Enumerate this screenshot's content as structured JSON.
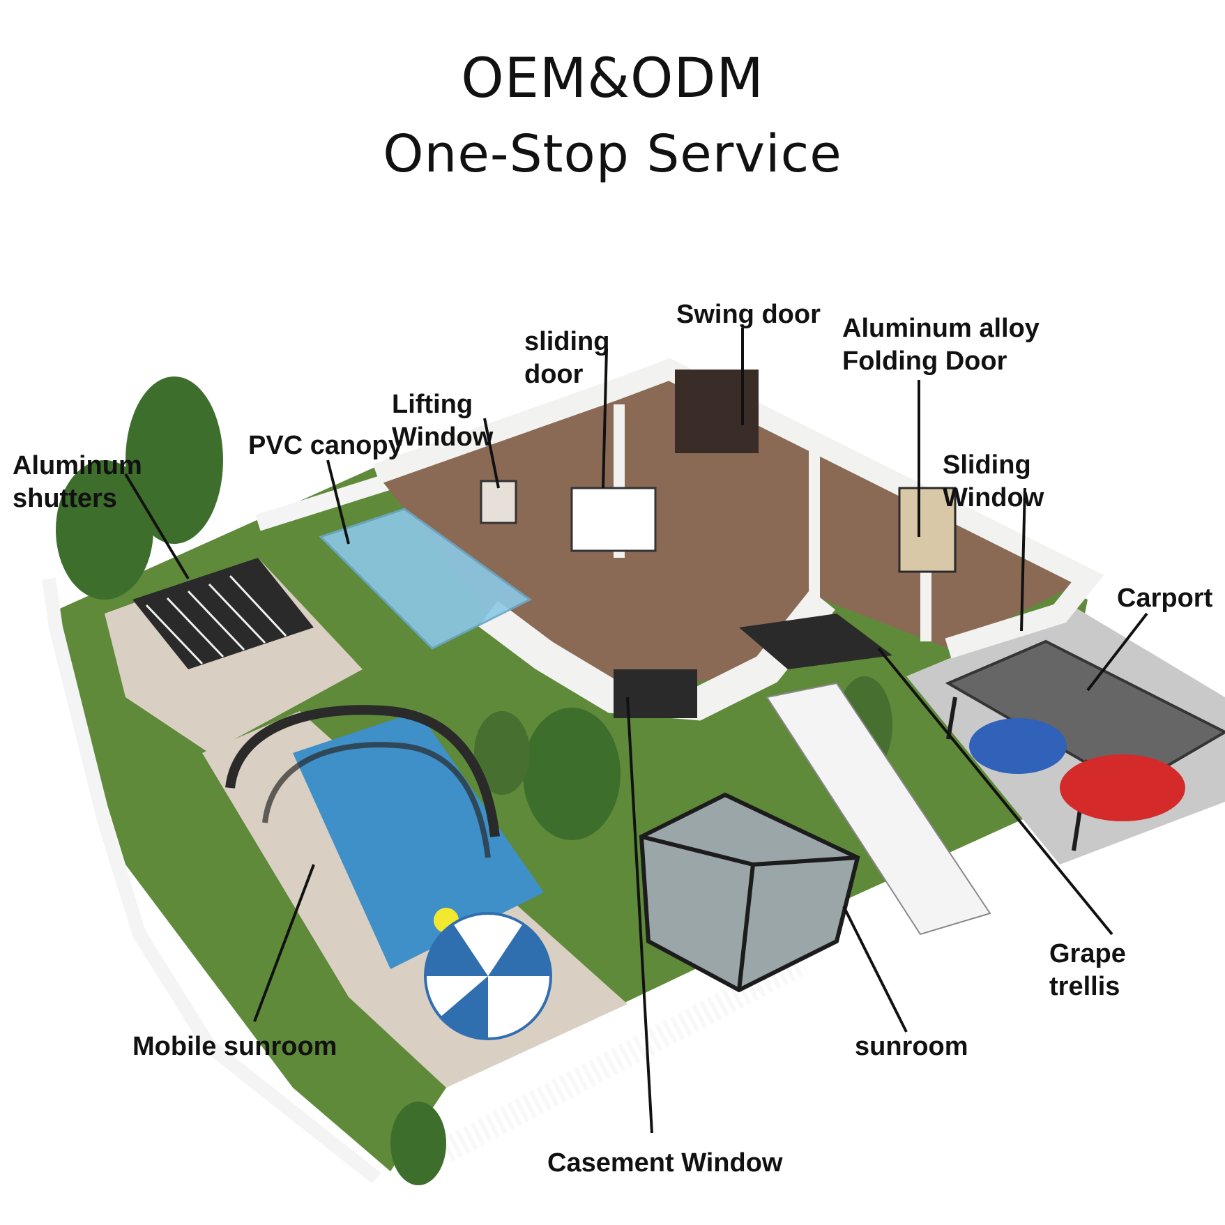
{
  "header": {
    "title_line1": "OEM&ODM",
    "title_line2": "One-Stop Service"
  },
  "labels": {
    "aluminum_shutters": [
      "Aluminum",
      "shutters"
    ],
    "pvc_canopy": "PVC canopy",
    "lifting_window": [
      "Lifting",
      "Window"
    ],
    "sliding_door": [
      "sliding",
      "door"
    ],
    "swing_door": "Swing door",
    "folding_door": [
      "Aluminum alloy",
      "Folding Door"
    ],
    "sliding_window": [
      "Sliding",
      "Window"
    ],
    "carport": "Carport",
    "grape_trellis": [
      "Grape",
      "trellis"
    ],
    "sunroom": "sunroom",
    "casement_window": "Casement Window",
    "mobile_sunroom": "Mobile sunroom"
  },
  "colors": {
    "lawn": "#5f8a3a",
    "pool": "#3f8fc8",
    "canopy": "#8cc8e6",
    "wall": "#f2f2f0",
    "floor": "#8a6a55",
    "frame": "#1c1c1c",
    "tree": "#3d6e2c",
    "paving": "#d9cfc2",
    "car_red": "#d42a2a",
    "car_blue": "#2f62b8"
  }
}
